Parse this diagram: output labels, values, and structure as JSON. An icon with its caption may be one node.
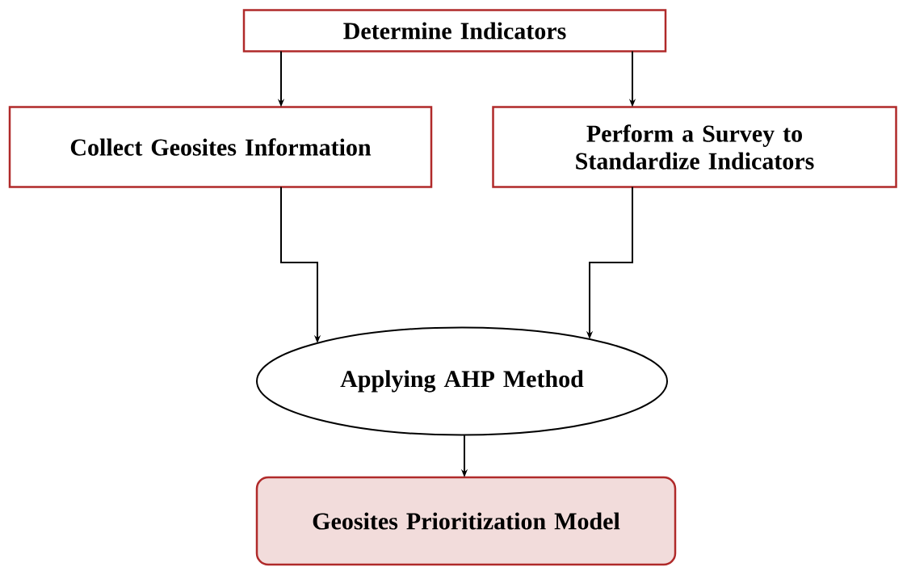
{
  "diagram": {
    "nodes": [
      {
        "text": [
          "Determine Indicators"
        ]
      },
      {
        "text": [
          "Collect Geosites Information"
        ]
      },
      {
        "text": [
          "Perform a Survey to Standardize Indicators"
        ]
      },
      {
        "text": [
          "Applying AHP Method"
        ]
      },
      {
        "text": [
          "Geosites Prioritization Model"
        ]
      }
    ],
    "edges": [
      {
        "from": 0,
        "to": 1,
        "arrow": "to"
      },
      {
        "from": 0,
        "to": 2,
        "arrow": "to"
      },
      {
        "from": 1,
        "to": 3,
        "arrow": "to"
      },
      {
        "from": 2,
        "to": 3,
        "arrow": "to"
      },
      {
        "from": 3,
        "to": 4,
        "arrow": "to"
      }
    ]
  }
}
